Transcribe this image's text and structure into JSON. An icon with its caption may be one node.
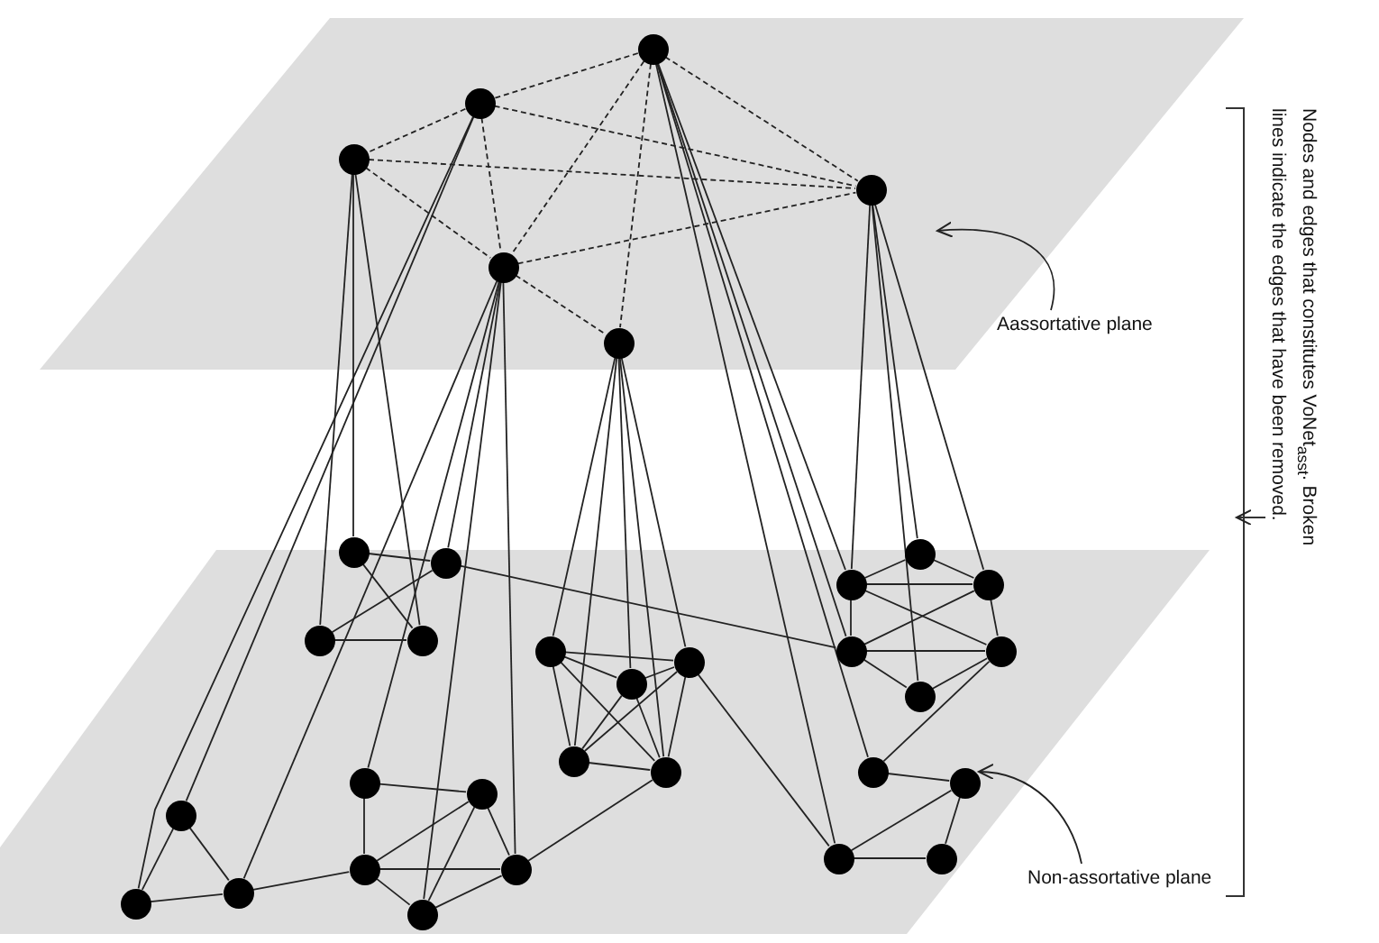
{
  "diagram": {
    "nodes": [
      {
        "text": [],
        "shape": "box"
      },
      {
        "text": [
          "Aassortative plane"
        ],
        "in": 0
      },
      {
        "text": [],
        "shape": "circle",
        "in": 0
      },
      {
        "text": [],
        "shape": "circle",
        "in": 0
      },
      {
        "text": [],
        "shape": "circle",
        "in": 0
      },
      {
        "text": [],
        "shape": "circle",
        "in": 0
      },
      {
        "text": [],
        "shape": "circle",
        "in": 0
      },
      {
        "text": [],
        "shape": "circle",
        "in": 0
      },
      {
        "text": [],
        "shape": "box"
      },
      {
        "text": [
          "Non-assortative plane"
        ]
      },
      {
        "text": [],
        "shape": "circle",
        "in": 8
      },
      {
        "text": [],
        "shape": "circle",
        "in": 8
      },
      {
        "text": [],
        "shape": "circle",
        "in": 8
      },
      {
        "text": [],
        "shape": "circle",
        "in": 8
      },
      {
        "text": [],
        "shape": "circle",
        "in": 8
      },
      {
        "text": [],
        "shape": "circle",
        "in": 8
      },
      {
        "text": [],
        "shape": "circle",
        "in": 8
      },
      {
        "text": [],
        "shape": "circle",
        "in": 8
      },
      {
        "text": [],
        "shape": "circle",
        "in": 8
      },
      {
        "text": [],
        "shape": "circle",
        "in": 8
      },
      {
        "text": [],
        "shape": "circle",
        "in": 8
      },
      {
        "text": [],
        "shape": "circle",
        "in": 8
      },
      {
        "text": [],
        "shape": "circle",
        "in": 8
      },
      {
        "text": [],
        "shape": "circle",
        "in": 8
      },
      {
        "text": [],
        "shape": "circle",
        "in": 8
      },
      {
        "text": [],
        "shape": "circle",
        "in": 8
      },
      {
        "text": [],
        "shape": "circle",
        "in": 8
      },
      {
        "text": [],
        "shape": "circle",
        "in": 8
      },
      {
        "text": [],
        "shape": "circle",
        "in": 8
      },
      {
        "text": [],
        "shape": "circle",
        "in": 8
      },
      {
        "text": [],
        "shape": "circle",
        "in": 8
      },
      {
        "text": [],
        "shape": "circle",
        "in": 8
      },
      {
        "text": [],
        "shape": "circle",
        "in": 8
      },
      {
        "text": [],
        "shape": "circle",
        "in": 8
      },
      {
        "text": [],
        "shape": "circle",
        "in": 8
      },
      {
        "text": [],
        "shape": "circle",
        "in": 8
      },
      {
        "text": [],
        "shape": "circle",
        "in": 8
      }
    ],
    "edges": [
      {
        "from": 1,
        "to": 0,
        "arrow": "to"
      },
      {
        "from": 9,
        "to": 8,
        "arrow": "to"
      },
      {
        "from": 2,
        "to": 3,
        "arrow": "none",
        "style": "dashed"
      },
      {
        "from": 2,
        "to": 5,
        "arrow": "none",
        "style": "dashed"
      },
      {
        "from": 2,
        "to": 6,
        "arrow": "none",
        "style": "dashed"
      },
      {
        "from": 2,
        "to": 7,
        "arrow": "none",
        "style": "dashed"
      },
      {
        "from": 3,
        "to": 4,
        "arrow": "none",
        "style": "dashed"
      },
      {
        "from": 3,
        "to": 5,
        "arrow": "none",
        "style": "dashed"
      },
      {
        "from": 3,
        "to": 6,
        "arrow": "none",
        "style": "dashed"
      },
      {
        "from": 4,
        "to": 5,
        "arrow": "none",
        "style": "dashed"
      },
      {
        "from": 4,
        "to": 6,
        "arrow": "none",
        "style": "dashed"
      },
      {
        "from": 6,
        "to": 5,
        "arrow": "none",
        "style": "dashed"
      },
      {
        "from": 6,
        "to": 7,
        "arrow": "none",
        "style": "dashed"
      },
      {
        "from": 3,
        "to": 29,
        "arrow": "none"
      },
      {
        "from": 3,
        "to": 35,
        "arrow": "none"
      },
      {
        "from": 4,
        "to": 15,
        "arrow": "none"
      },
      {
        "from": 4,
        "to": 16,
        "arrow": "none"
      },
      {
        "from": 4,
        "to": 10,
        "arrow": "none"
      },
      {
        "from": 6,
        "to": 34,
        "arrow": "none"
      },
      {
        "from": 6,
        "to": 27,
        "arrow": "none"
      },
      {
        "from": 6,
        "to": 36,
        "arrow": "none"
      },
      {
        "from": 6,
        "to": 33,
        "arrow": "none"
      },
      {
        "from": 6,
        "to": 12,
        "arrow": "none"
      },
      {
        "from": 7,
        "to": 17,
        "arrow": "none"
      },
      {
        "from": 7,
        "to": 21,
        "arrow": "none"
      },
      {
        "from": 7,
        "to": 20,
        "arrow": "none"
      },
      {
        "from": 7,
        "to": 23,
        "arrow": "none"
      },
      {
        "from": 7,
        "to": 25,
        "arrow": "none"
      },
      {
        "from": 2,
        "to": 13,
        "arrow": "none"
      },
      {
        "from": 2,
        "to": 18,
        "arrow": "none"
      },
      {
        "from": 2,
        "to": 24,
        "arrow": "none"
      },
      {
        "from": 2,
        "to": 30,
        "arrow": "none"
      },
      {
        "from": 5,
        "to": 11,
        "arrow": "none"
      },
      {
        "from": 5,
        "to": 13,
        "arrow": "none"
      },
      {
        "from": 5,
        "to": 14,
        "arrow": "none"
      },
      {
        "from": 5,
        "to": 22,
        "arrow": "none"
      },
      {
        "from": 10,
        "to": 12,
        "arrow": "none"
      },
      {
        "from": 10,
        "to": 16,
        "arrow": "none"
      },
      {
        "from": 12,
        "to": 15,
        "arrow": "none"
      },
      {
        "from": 15,
        "to": 16,
        "arrow": "none"
      },
      {
        "from": 12,
        "to": 18,
        "arrow": "none"
      },
      {
        "from": 17,
        "to": 20,
        "arrow": "none"
      },
      {
        "from": 17,
        "to": 21,
        "arrow": "none"
      },
      {
        "from": 17,
        "to": 23,
        "arrow": "none"
      },
      {
        "from": 17,
        "to": 25,
        "arrow": "none"
      },
      {
        "from": 20,
        "to": 21,
        "arrow": "none"
      },
      {
        "from": 20,
        "to": 23,
        "arrow": "none"
      },
      {
        "from": 20,
        "to": 25,
        "arrow": "none"
      },
      {
        "from": 21,
        "to": 23,
        "arrow": "none"
      },
      {
        "from": 21,
        "to": 25,
        "arrow": "none"
      },
      {
        "from": 23,
        "to": 25,
        "arrow": "none"
      },
      {
        "from": 20,
        "to": 30,
        "arrow": "none"
      },
      {
        "from": 25,
        "to": 33,
        "arrow": "none"
      },
      {
        "from": 11,
        "to": 13,
        "arrow": "none"
      },
      {
        "from": 11,
        "to": 14,
        "arrow": "none"
      },
      {
        "from": 13,
        "to": 14,
        "arrow": "none"
      },
      {
        "from": 13,
        "to": 18,
        "arrow": "none"
      },
      {
        "from": 13,
        "to": 19,
        "arrow": "none"
      },
      {
        "from": 14,
        "to": 18,
        "arrow": "none"
      },
      {
        "from": 14,
        "to": 19,
        "arrow": "none"
      },
      {
        "from": 18,
        "to": 19,
        "arrow": "none"
      },
      {
        "from": 18,
        "to": 22,
        "arrow": "none"
      },
      {
        "from": 19,
        "to": 22,
        "arrow": "none"
      },
      {
        "from": 19,
        "to": 24,
        "arrow": "none"
      },
      {
        "from": 24,
        "to": 26,
        "arrow": "none"
      },
      {
        "from": 26,
        "to": 30,
        "arrow": "none"
      },
      {
        "from": 30,
        "to": 31,
        "arrow": "none"
      },
      {
        "from": 26,
        "to": 31,
        "arrow": "none"
      },
      {
        "from": 29,
        "to": 35,
        "arrow": "none"
      },
      {
        "from": 29,
        "to": 34,
        "arrow": "none"
      },
      {
        "from": 35,
        "to": 34,
        "arrow": "none"
      },
      {
        "from": 34,
        "to": 32,
        "arrow": "none"
      },
      {
        "from": 27,
        "to": 28,
        "arrow": "none"
      },
      {
        "from": 27,
        "to": 32,
        "arrow": "none"
      },
      {
        "from": 32,
        "to": 28,
        "arrow": "none"
      },
      {
        "from": 32,
        "to": 33,
        "arrow": "none"
      },
      {
        "from": 32,
        "to": 36,
        "arrow": "none"
      },
      {
        "from": 28,
        "to": 33,
        "arrow": "none"
      },
      {
        "from": 28,
        "to": 36,
        "arrow": "none"
      },
      {
        "from": 33,
        "to": 36,
        "arrow": "none"
      }
    ],
    "labels": [
      "Nodes and edges that constitutes VoNet$_{asst}$. Broken lines indicate the edges that have been removed."
    ]
  }
}
